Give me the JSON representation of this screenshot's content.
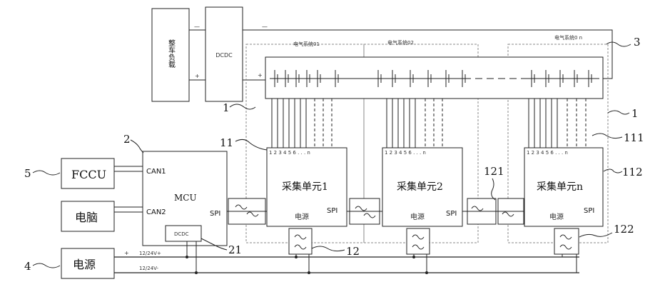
{
  "labels": {
    "vehicle_load": "整车负载",
    "dcdc_top": "DCDC",
    "sys1": "电气系统01",
    "sys2": "电气系统02",
    "sysn": "电气系统0 n",
    "plus": "+",
    "minus": "—",
    "fccu": "FCCU",
    "pc": "电脑",
    "power": "电源",
    "mcu": "MCU",
    "can1": "CAN1",
    "can2": "CAN2",
    "spi": "SPI",
    "dcdc_mcu": "DCDC",
    "unit1": "采集单元1",
    "unit2": "采集单元2",
    "unitn": "采集单元n",
    "unit_power": "电源",
    "channels": "1 2 3 4 5 6 . . . n",
    "v_plus": "12/24V+",
    "v_minus": "12/24V-"
  },
  "refs": {
    "r1a": "1",
    "r1b": "1",
    "r2": "2",
    "r3": "3",
    "r4": "4",
    "r5": "5",
    "r11": "11",
    "r111": "111",
    "r112": "112",
    "r12": "12",
    "r121": "121",
    "r122": "122",
    "r21": "21"
  }
}
